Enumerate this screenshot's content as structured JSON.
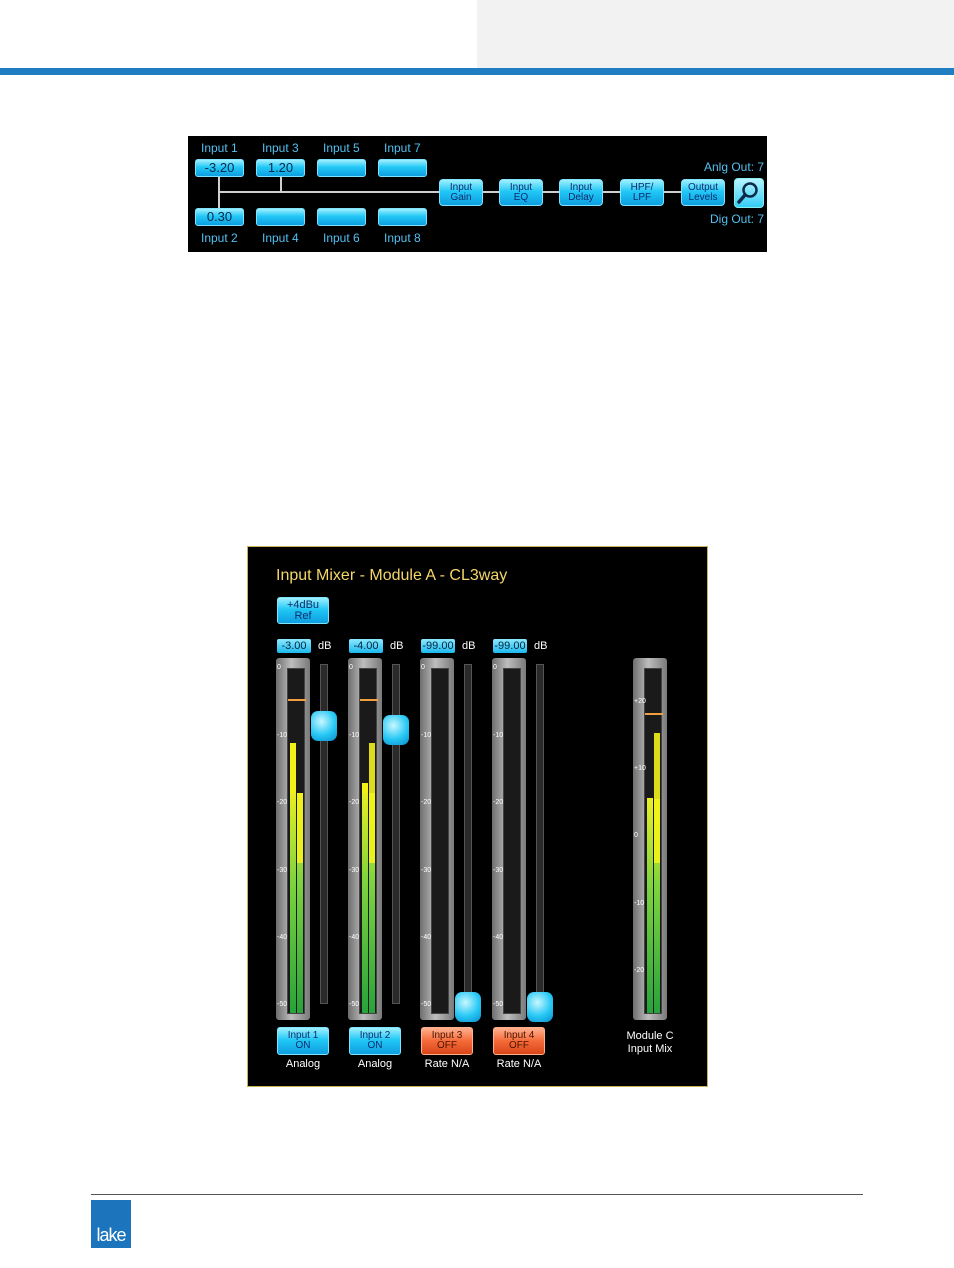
{
  "routing": {
    "inputs_top": [
      {
        "label": "Input 1",
        "value": "-3.20"
      },
      {
        "label": "Input 3",
        "value": "1.20"
      },
      {
        "label": "Input 5",
        "value": ""
      },
      {
        "label": "Input 7",
        "value": ""
      }
    ],
    "inputs_bottom": [
      {
        "label": "Input 2",
        "value": "0.30"
      },
      {
        "label": "Input 4",
        "value": ""
      },
      {
        "label": "Input 6",
        "value": ""
      },
      {
        "label": "Input 8",
        "value": ""
      }
    ],
    "blocks": [
      {
        "line1": "Input",
        "line2": "Gain"
      },
      {
        "line1": "Input",
        "line2": "EQ"
      },
      {
        "line1": "Input",
        "line2": "Delay"
      },
      {
        "line1": "HPF/",
        "line2": "LPF"
      },
      {
        "line1": "Output",
        "line2": "Levels"
      }
    ],
    "anlg_out": "Anlg Out: 7",
    "dig_out": "Dig Out: 7"
  },
  "mixer": {
    "title": "Input Mixer - Module A - CL3way",
    "ref_line1": "+4dBu",
    "ref_line2": "Ref",
    "db_unit": "dB",
    "scale": [
      "0",
      "-10",
      "-20",
      "-30",
      "-40",
      "-50"
    ],
    "mix_scale": [
      "+20",
      "+10",
      "0",
      "-10",
      "-20"
    ],
    "channels": [
      {
        "gain": "-3.00",
        "btn_line1": "Input 1",
        "btn_line2": "ON",
        "source": "Analog",
        "state": "on"
      },
      {
        "gain": "-4.00",
        "btn_line1": "Input 2",
        "btn_line2": "ON",
        "source": "Analog",
        "state": "on"
      },
      {
        "gain": "-99.00",
        "btn_line1": "Input 3",
        "btn_line2": "OFF",
        "source": "Rate N/A",
        "state": "off"
      },
      {
        "gain": "-99.00",
        "btn_line1": "Input 4",
        "btn_line2": "OFF",
        "source": "Rate N/A",
        "state": "off"
      }
    ],
    "mix_label_line1": "Module C",
    "mix_label_line2": "Input Mix"
  },
  "logo_text": "lake",
  "colors": {
    "accent": "#1f7ec2",
    "panel_border": "#c8b25a",
    "title": "#f5d66a"
  }
}
